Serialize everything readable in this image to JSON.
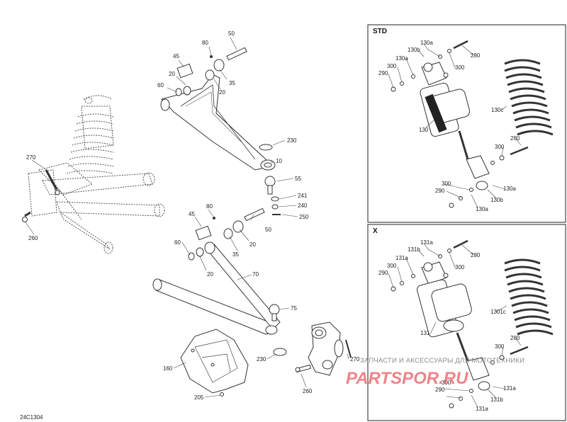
{
  "panels": {
    "std": {
      "title": "STD"
    },
    "x": {
      "title": "X"
    }
  },
  "callouts": {
    "a_80": "80",
    "a_50": "50",
    "a_45": "45",
    "a_20a": "20",
    "a_60": "60",
    "a_20b": "20",
    "a_35": "35",
    "a_230": "230",
    "a_10": "10",
    "a_55": "55",
    "a_241": "241",
    "a_240": "240",
    "a_250": "250",
    "b_80": "80",
    "b_45": "45",
    "b_50": "50",
    "b_20a": "20",
    "b_60": "60",
    "b_35": "35",
    "b_20b": "20",
    "b_70": "70",
    "b_75": "75",
    "b_230": "230",
    "b_160": "160",
    "b_270": "270",
    "b_260": "260",
    "b_205": "205",
    "g_270": "270",
    "g_260": "260",
    "s_130a_1": "130a",
    "s_130b_1": "130b",
    "s_130a_2": "130a",
    "s_300_1": "300",
    "s_290_1": "290",
    "s_300_2": "300",
    "s_280_1": "280",
    "s_130c": "130c",
    "s_130": "130",
    "s_280_2": "280",
    "s_300_3": "300",
    "s_300_4": "300",
    "s_290_2": "290",
    "s_130a_3": "130a",
    "s_130b_2": "130b",
    "s_130a_4": "130a",
    "x_131a_1": "131a",
    "x_131b_1": "131b",
    "x_131a_2": "131a",
    "x_300_1": "300",
    "x_290_1": "290",
    "x_300_2": "300",
    "x_280_1": "280",
    "x_1301c": "1301c",
    "x_131": "131",
    "x_280_2": "280",
    "x_300_3": "300",
    "x_300_4": "300",
    "x_290_2": "290",
    "x_131a_3": "131a",
    "x_131b_2": "131b",
    "x_131a_4": "131a"
  },
  "watermark": {
    "line1": "ЗАПЧАСТИ И АКСЕССУАРЫ ДЛЯ МОТОТЕХНИКИ",
    "line2": "PARTSPOR.RU"
  },
  "diagram_code": "24C1304"
}
